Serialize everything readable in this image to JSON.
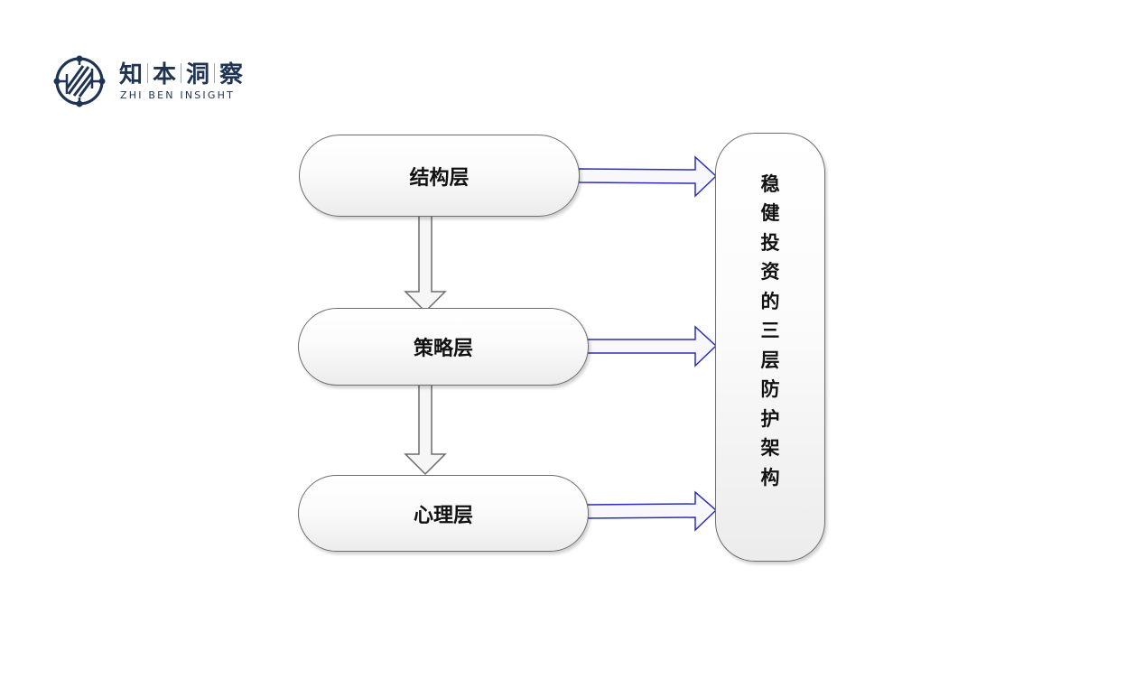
{
  "logo": {
    "icon": "circuit-globe-logo-icon",
    "chinese_chars": [
      "知",
      "本",
      "洞",
      "察"
    ],
    "english": "ZHI BEN INSIGHT",
    "color": "#1f3352"
  },
  "diagram": {
    "layers": [
      {
        "label": "结构层"
      },
      {
        "label": "策略层"
      },
      {
        "label": "心理层"
      }
    ],
    "target": {
      "label": "稳健投资的三层防护架构",
      "chars": [
        "稳",
        "健",
        "投",
        "资",
        "的",
        "三",
        "层",
        "防",
        "护",
        "架",
        "构"
      ]
    },
    "flow_arrow_color": "#6b6b6b",
    "output_arrow_color": "#2b2fb8"
  }
}
